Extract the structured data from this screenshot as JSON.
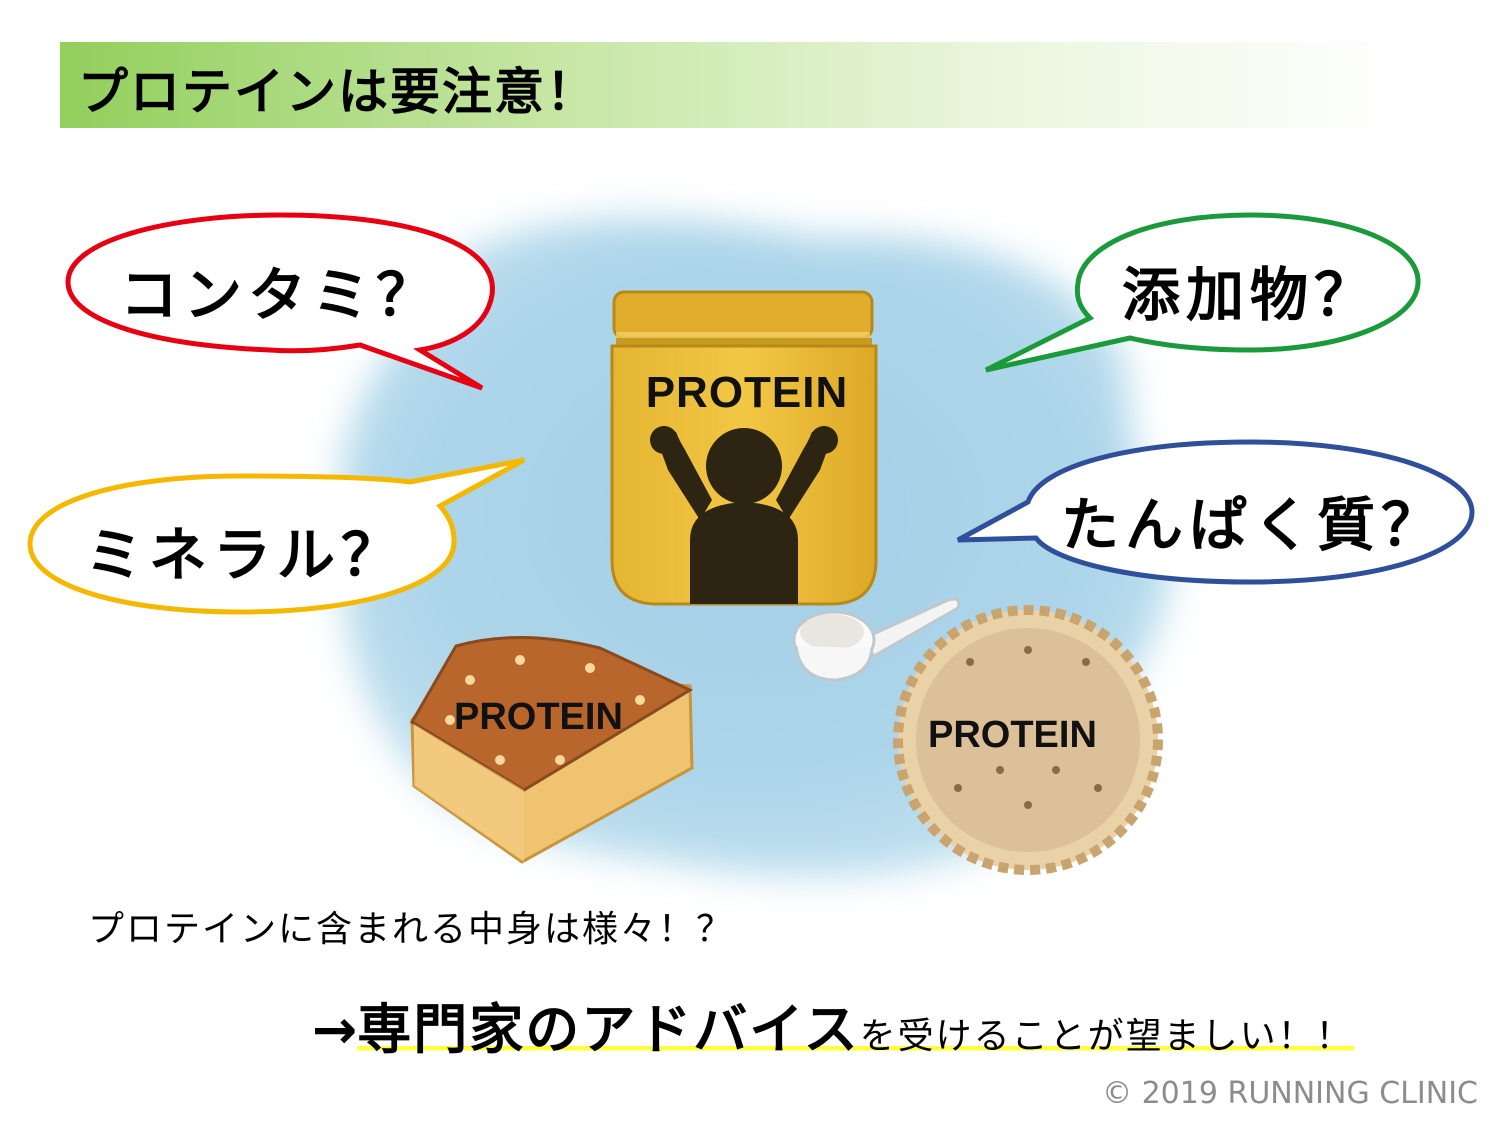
{
  "title": "プロテインは要注意！",
  "bubbles": {
    "contami": "コンタミ？",
    "additives": "添加物？",
    "minerals": "ミネラル？",
    "protein": "たんぱく質？"
  },
  "products": {
    "jar_label": "PROTEIN",
    "bar_label": "PROTEIN",
    "cookie_label": "PROTEIN"
  },
  "caption": "プロテインに含まれる中身は様々！？",
  "advice": {
    "arrow": "→",
    "strong": "専門家のアドバイス",
    "rest": "を受けることが望ましい！！"
  },
  "copyright": "© 2019 RUNNING CLINIC",
  "colors": {
    "title_bar_start": "#92cf5c",
    "bubble_red": "#e60012",
    "bubble_green": "#1a9a3a",
    "bubble_orange": "#f5b800",
    "bubble_blue": "#2f4f9a",
    "highlight": "#ffff3c",
    "background_blob": "#a9d3e8"
  }
}
